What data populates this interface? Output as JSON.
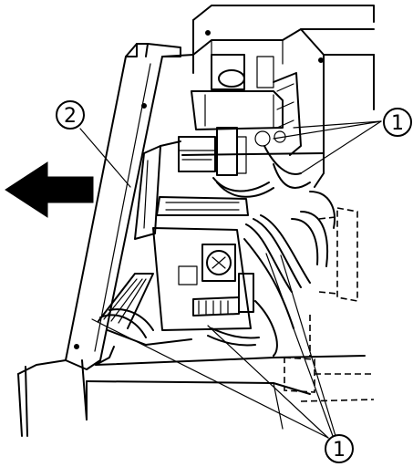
{
  "callouts": {
    "top_right": "1",
    "left": "2",
    "bottom": "1"
  },
  "colors": {
    "ink": "#000000",
    "paper": "#ffffff"
  },
  "icons": {
    "direction": "arrow-left-icon"
  }
}
